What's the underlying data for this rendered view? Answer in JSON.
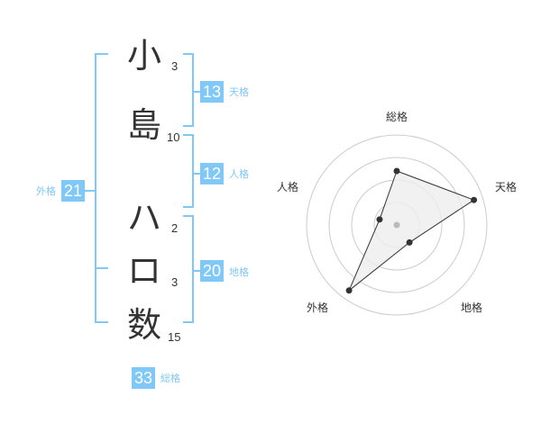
{
  "name": {
    "chars": [
      {
        "char": "小",
        "strokes": "3"
      },
      {
        "char": "島",
        "strokes": "10"
      },
      {
        "char": "ハ",
        "strokes": "2"
      },
      {
        "char": "ロ",
        "strokes": "3"
      },
      {
        "char": "数",
        "strokes": "15"
      }
    ]
  },
  "fortunes": {
    "tenkaku": {
      "value": "13",
      "label": "天格"
    },
    "jinkaku": {
      "value": "12",
      "label": "人格"
    },
    "chikaku": {
      "value": "20",
      "label": "地格"
    },
    "gaikaku": {
      "value": "21",
      "label": "外格"
    },
    "soukaku": {
      "value": "33",
      "label": "総格"
    }
  },
  "chart_data": {
    "type": "radar",
    "axes": [
      "総格",
      "天格",
      "地格",
      "外格",
      "人格"
    ],
    "values": [
      3.0,
      4.5,
      1.2,
      4.5,
      1.0
    ],
    "max": 5,
    "rings": 4,
    "colors": {
      "ring": "#cccccc",
      "polygon_fill": "#eeeeee",
      "line": "#333333",
      "center": "#bbbbbb"
    }
  },
  "colors": {
    "accent": "#7fc8f8",
    "text": "#333333"
  }
}
